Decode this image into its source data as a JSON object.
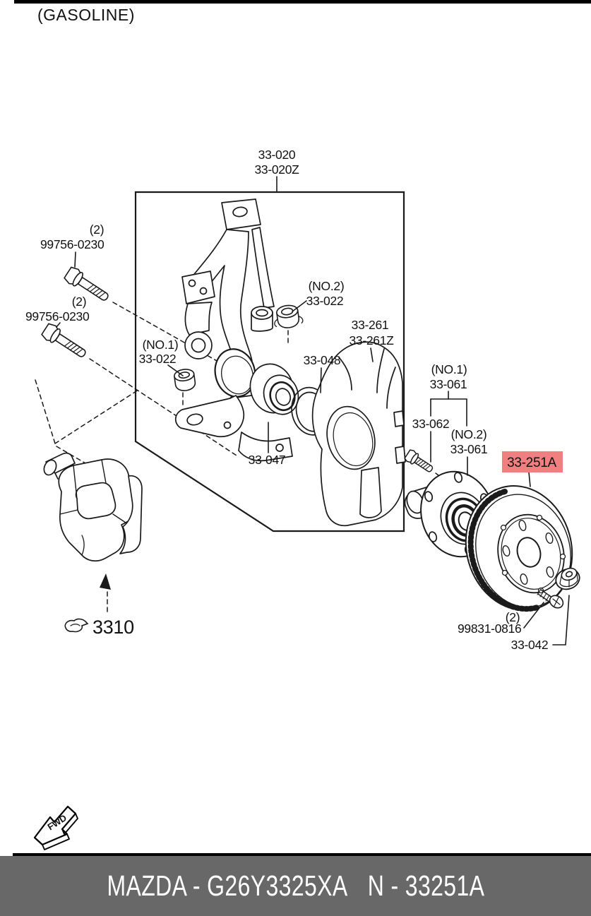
{
  "header": {
    "variant_label": "(GASOLINE)"
  },
  "footer": {
    "left_code": "MAZDA - G26Y3325XA",
    "right_code": "N - 33251A"
  },
  "colors": {
    "highlight_bg": "#F08080",
    "highlight_text": "#C03A3A",
    "footer_bg": "#686868",
    "footer_text": "#FFFFFF",
    "line": "#1A1A1A"
  },
  "diagram": {
    "fwd_label": "FWD",
    "callouts": {
      "knuckle": {
        "line1": "33-020",
        "line2": "33-020Z"
      },
      "caliper_bolt_upper": {
        "qty": "(2)",
        "part": "99756-0230"
      },
      "caliper_bolt_lower": {
        "qty": "(2)",
        "part": "99756-0230"
      },
      "bushing_no1": {
        "position": "(NO.1)",
        "part": "33-022"
      },
      "bushing_no2": {
        "position": "(NO.2)",
        "part": "33-022"
      },
      "splash_shield": {
        "line1": "33-261",
        "line2": "33-261Z"
      },
      "snap_ring": {
        "part": "33-048"
      },
      "wheel_bearing": {
        "part": "33-047"
      },
      "hub_no1": {
        "position": "(NO.1)",
        "part": "33-061"
      },
      "wheel_stud": {
        "part": "33-062"
      },
      "hub_no2": {
        "position": "(NO.2)",
        "part": "33-061"
      },
      "brake_disc": {
        "part": "33-251A"
      },
      "disc_screw": {
        "qty": "(2)",
        "part": "99831-0816"
      },
      "locknut": {
        "part": "33-042"
      },
      "caliper_ref": {
        "part": "3310"
      }
    }
  }
}
